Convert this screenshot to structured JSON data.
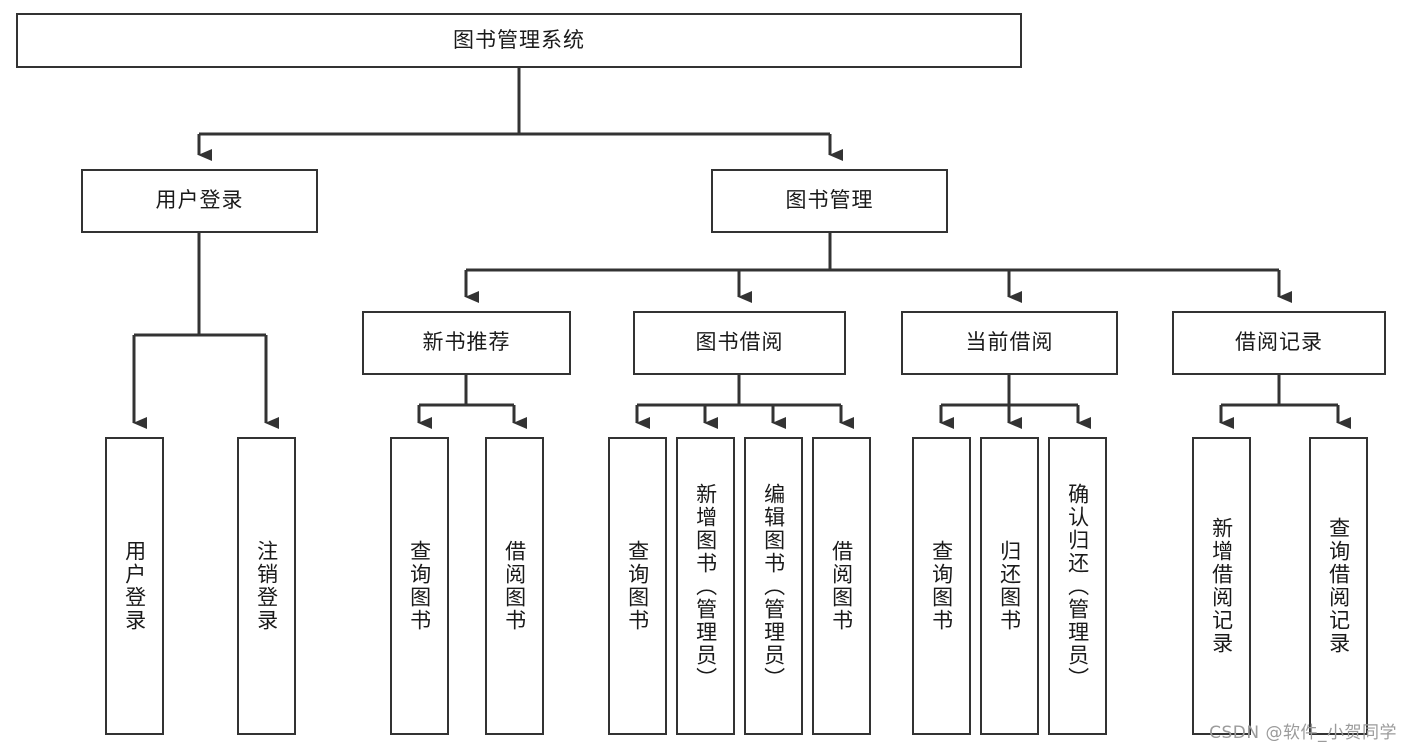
{
  "diagram": {
    "title": "图书管理系统",
    "type": "tree",
    "root": {
      "id": "root",
      "label": "图书管理系统",
      "orientation": "horizontal"
    },
    "level2": [
      {
        "id": "user-login",
        "label": "用户登录",
        "orientation": "horizontal"
      },
      {
        "id": "book-manage",
        "label": "图书管理",
        "orientation": "horizontal"
      }
    ],
    "level3": [
      {
        "id": "new-book-recommend",
        "label": "新书推荐",
        "orientation": "horizontal",
        "parent": "book-manage"
      },
      {
        "id": "book-borrow",
        "label": "图书借阅",
        "orientation": "horizontal",
        "parent": "book-manage"
      },
      {
        "id": "current-borrow",
        "label": "当前借阅",
        "orientation": "horizontal",
        "parent": "book-manage"
      },
      {
        "id": "borrow-record",
        "label": "借阅记录",
        "orientation": "horizontal",
        "parent": "book-manage"
      }
    ],
    "leaves": {
      "user_login": [
        {
          "id": "leaf-user-login",
          "label": "用户登录"
        },
        {
          "id": "leaf-logout",
          "label": "注销登录"
        }
      ],
      "new_book_recommend": [
        {
          "id": "leaf-query-book-1",
          "label": "查询图书"
        },
        {
          "id": "leaf-borrow-book-1",
          "label": "借阅图书"
        }
      ],
      "book_borrow": [
        {
          "id": "leaf-query-book-2",
          "label": "查询图书"
        },
        {
          "id": "leaf-add-book",
          "label": "新增图书（管理员）"
        },
        {
          "id": "leaf-edit-book",
          "label": "编辑图书（管理员）"
        },
        {
          "id": "leaf-borrow-book-2",
          "label": "借阅图书"
        }
      ],
      "current_borrow": [
        {
          "id": "leaf-query-book-3",
          "label": "查询图书"
        },
        {
          "id": "leaf-return-book",
          "label": "归还图书"
        },
        {
          "id": "leaf-confirm-return",
          "label": "确认归还（管理员）"
        }
      ],
      "borrow_record": [
        {
          "id": "leaf-add-record",
          "label": "新增借阅记录"
        },
        {
          "id": "leaf-query-record",
          "label": "查询借阅记录"
        }
      ]
    }
  },
  "watermark": {
    "text": "CSDN @软件_小贺同学"
  },
  "colors": {
    "stroke": "#333333",
    "fill": "#ffffff",
    "text": "#1a1a1a",
    "watermark": "#9b9b9b"
  }
}
